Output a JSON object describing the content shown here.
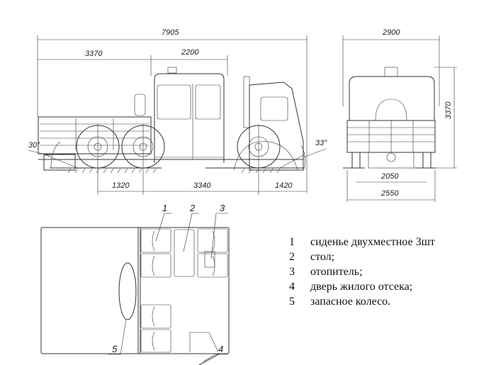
{
  "side_view": {
    "dims": {
      "overall_length": "7905",
      "rear_overhang": "3370",
      "cab_length": "2200",
      "rear_axle_spacing": "1320",
      "wheelbase": "3340",
      "front_overhang": "1420"
    },
    "angles": {
      "departure": "30°",
      "approach": "33°"
    }
  },
  "rear_view": {
    "dims": {
      "width": "2900",
      "height": "3370",
      "track": "2050",
      "overall_width": "2550"
    }
  },
  "plan_view": {
    "callouts": [
      "1",
      "2",
      "3",
      "4",
      "5"
    ]
  },
  "legend": [
    {
      "num": "1",
      "text": "сиденье двухместное 3шт"
    },
    {
      "num": "2",
      "text": "стол;"
    },
    {
      "num": "3",
      "text": "отопитель;"
    },
    {
      "num": "4",
      "text": "дверь жилого отсека;"
    },
    {
      "num": "5",
      "text": "запасное колесо."
    }
  ]
}
